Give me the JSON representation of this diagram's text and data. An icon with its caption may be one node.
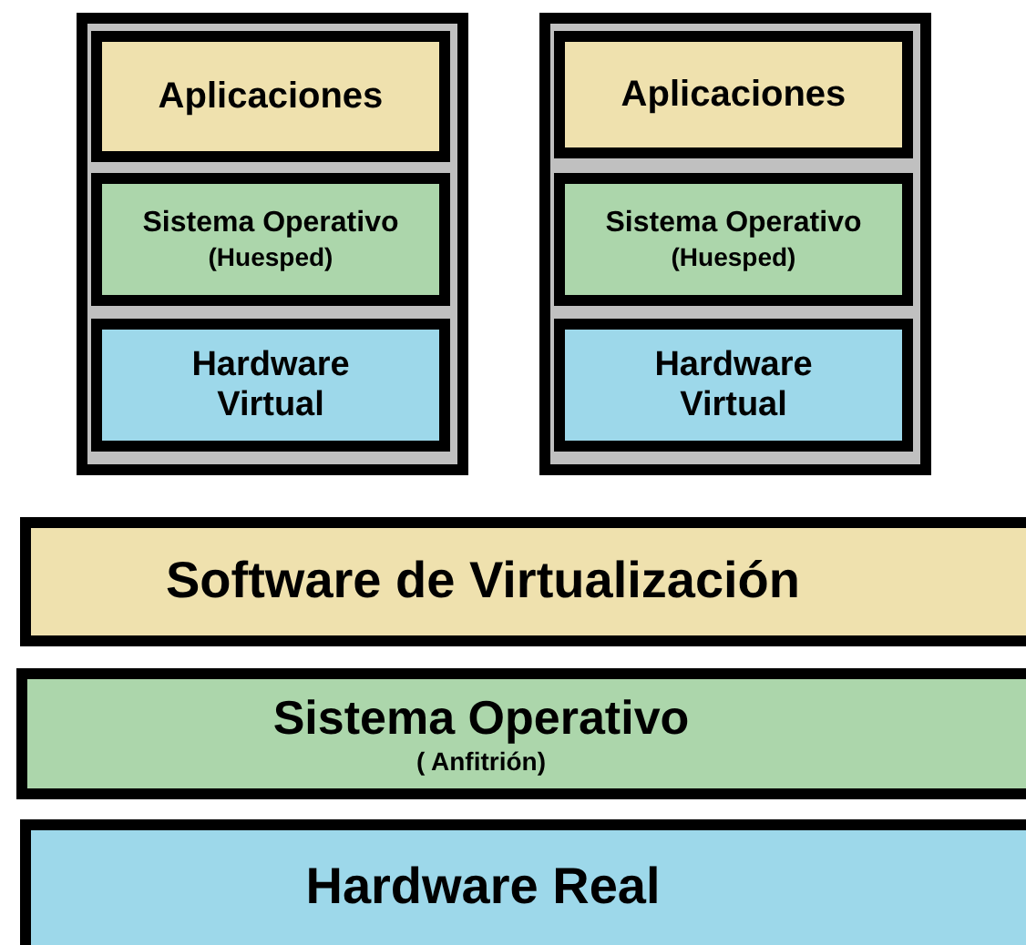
{
  "diagram": {
    "nodes": [
      {
        "text": [],
        "shape": "box"
      },
      {
        "text": [
          "Aplicaciones"
        ],
        "in": 0
      },
      {
        "text": [
          "Sistema Operativo",
          "(Huesped)"
        ],
        "in": 0
      },
      {
        "text": [
          "Hardware Virtual"
        ],
        "in": 0
      },
      {
        "text": [],
        "shape": "box"
      },
      {
        "text": [
          "Aplicaciones"
        ],
        "in": 4
      },
      {
        "text": [
          "Sistema Operativo",
          "(Huesped)"
        ],
        "in": 4
      },
      {
        "text": [
          "Hardware Virtual"
        ],
        "in": 4
      },
      {
        "text": [
          "Software de Virtualización"
        ]
      },
      {
        "text": [
          "Sistema Operativo",
          "( Anfitrión)"
        ]
      },
      {
        "text": [
          "Hardware Real"
        ]
      }
    ]
  }
}
